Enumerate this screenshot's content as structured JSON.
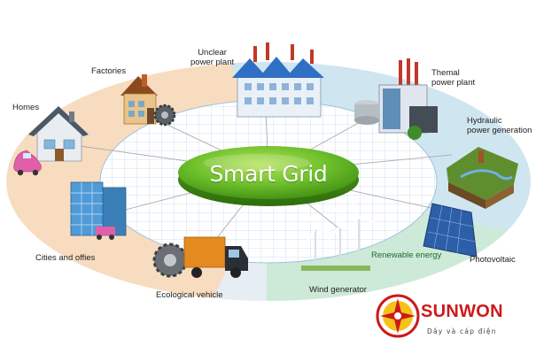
{
  "hub": {
    "title": "Smart Grid"
  },
  "nodes": [
    {
      "id": "homes",
      "label": "Homes"
    },
    {
      "id": "factories",
      "label": "Factories"
    },
    {
      "id": "nuclear",
      "label": "Unclear\npower plant"
    },
    {
      "id": "thermal",
      "label": "Themal\npower plant"
    },
    {
      "id": "hydraulic",
      "label": "Hydraulic\npower generation"
    },
    {
      "id": "photovoltaic",
      "label": "Photovoltaic"
    },
    {
      "id": "renewable",
      "label": "Renewable energy"
    },
    {
      "id": "wind",
      "label": "Wind generator"
    },
    {
      "id": "vehicle",
      "label": "Ecological vehicle"
    },
    {
      "id": "cities",
      "label": "Cities and offies"
    }
  ],
  "brand": {
    "name": "SUNWON",
    "tagline": "Dây và cáp điện"
  },
  "colors": {
    "hub_green": "#6cbf2a",
    "ring_peach": "#f8dcc0",
    "ring_blue": "#cfe6f0",
    "ring_green": "#cde9d8",
    "grid_line": "#b9d2e6",
    "brand_red": "#cc1a1a"
  }
}
